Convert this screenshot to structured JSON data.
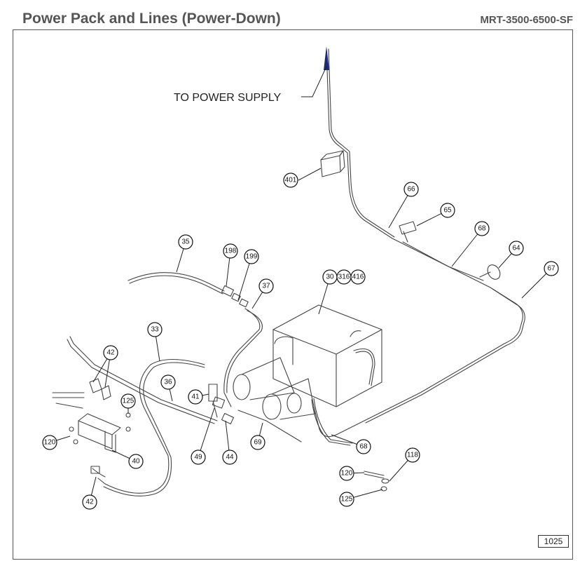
{
  "header": {
    "title": "Power Pack and Lines (Power-Down)",
    "part_number": "MRT-3500-6500-SF"
  },
  "annotation": {
    "to_power_supply": "TO POWER SUPPLY"
  },
  "page_number": "1025",
  "callouts": [
    {
      "id": "401",
      "label": "401"
    },
    {
      "id": "66",
      "label": "66"
    },
    {
      "id": "65",
      "label": "65"
    },
    {
      "id": "68a",
      "label": "68"
    },
    {
      "id": "64",
      "label": "64"
    },
    {
      "id": "67",
      "label": "67"
    },
    {
      "id": "35",
      "label": "35"
    },
    {
      "id": "198",
      "label": "198"
    },
    {
      "id": "199",
      "label": "199"
    },
    {
      "id": "37",
      "label": "37"
    },
    {
      "id": "30",
      "label": "30"
    },
    {
      "id": "316",
      "label": "316"
    },
    {
      "id": "416",
      "label": "416"
    },
    {
      "id": "33",
      "label": "33"
    },
    {
      "id": "42a",
      "label": "42"
    },
    {
      "id": "125a",
      "label": "125"
    },
    {
      "id": "36",
      "label": "36"
    },
    {
      "id": "41",
      "label": "41"
    },
    {
      "id": "120a",
      "label": "120"
    },
    {
      "id": "40",
      "label": "40"
    },
    {
      "id": "49",
      "label": "49"
    },
    {
      "id": "44",
      "label": "44"
    },
    {
      "id": "69",
      "label": "69"
    },
    {
      "id": "68b",
      "label": "68"
    },
    {
      "id": "118",
      "label": "118"
    },
    {
      "id": "120b",
      "label": "120"
    },
    {
      "id": "125b",
      "label": "125"
    },
    {
      "id": "42b",
      "label": "42"
    }
  ]
}
